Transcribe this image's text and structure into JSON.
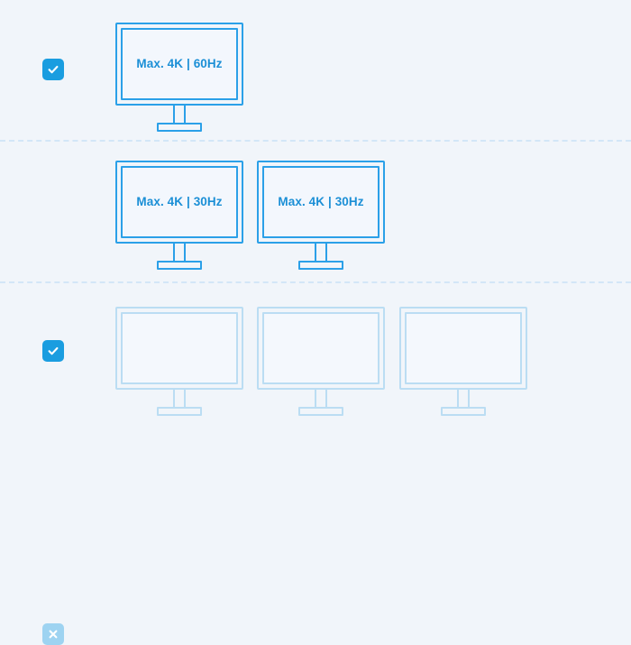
{
  "colors": {
    "background": "#f1f5fa",
    "accent_blue": "#2ba0e8",
    "badge_enabled": "#1a9de0",
    "badge_disabled": "#9ed3f1",
    "label_text": "#1b8fd6",
    "faded_outline": "#bbddf3",
    "divider": "#d3e6f7",
    "screen_fill": "#f3f7fd"
  },
  "rows": [
    {
      "id": "row-one-display",
      "badge": {
        "icon": "check-icon",
        "state": "enabled"
      },
      "monitors": [
        {
          "label": "Max. 4K | 60Hz",
          "state": "active"
        }
      ]
    },
    {
      "id": "row-two-displays",
      "badge": {
        "icon": "check-icon",
        "state": "enabled"
      },
      "monitors": [
        {
          "label": "Max. 4K | 30Hz",
          "state": "active"
        },
        {
          "label": "Max. 4K | 30Hz",
          "state": "active"
        }
      ]
    },
    {
      "id": "row-three-displays",
      "badge": {
        "icon": "close-icon",
        "state": "disabled"
      },
      "monitors": [
        {
          "label": "",
          "state": "unsupported"
        },
        {
          "label": "",
          "state": "unsupported"
        },
        {
          "label": "",
          "state": "unsupported"
        }
      ]
    }
  ]
}
